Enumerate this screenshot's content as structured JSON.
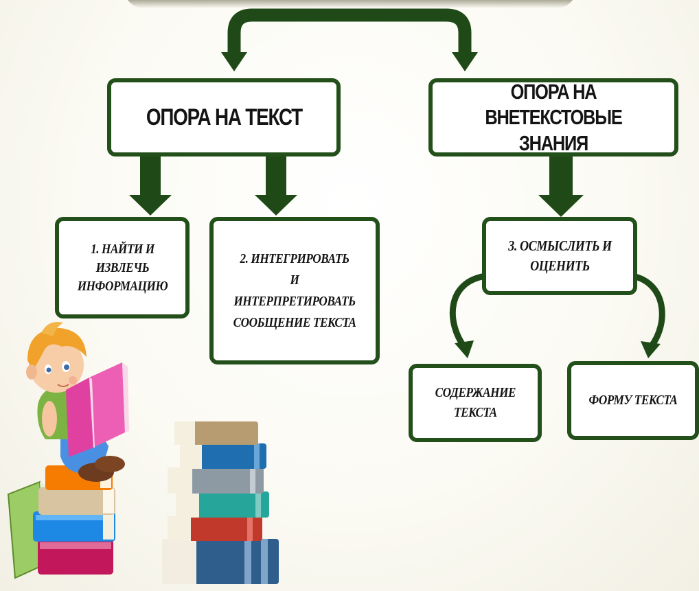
{
  "diagram": {
    "nodes": {
      "text_basis": "ОПОРА НА ТЕКСТ",
      "outside_knowledge": "ОПОРА НА\nВНЕТЕКСТОВЫЕ ЗНАНИЯ",
      "find_extract": "1. НАЙТИ И\nИЗВЛЕЧЬ\nИНФОРМАЦИЮ",
      "integrate_interpret": "2. ИНТЕГРИРОВАТЬ\nИ\nИНТЕРПРЕТИРОВАТЬ\nСООБЩЕНИЕ ТЕКСТА",
      "understand_evaluate": "3. ОСМЫСЛИТЬ И\nОЦЕНИТЬ",
      "content": "СОДЕРЖАНИЕ\nТЕКСТА",
      "form": "ФОРМУ ТЕКСТА"
    }
  },
  "colors": {
    "border": "#234f1a",
    "arrow": "#1f4a17",
    "background": "#fbfaf3",
    "node_fill": "#ffffff",
    "text": "#141414"
  },
  "illustration": {
    "subjects": [
      "child-reading-icon",
      "book-stack-icon"
    ]
  }
}
